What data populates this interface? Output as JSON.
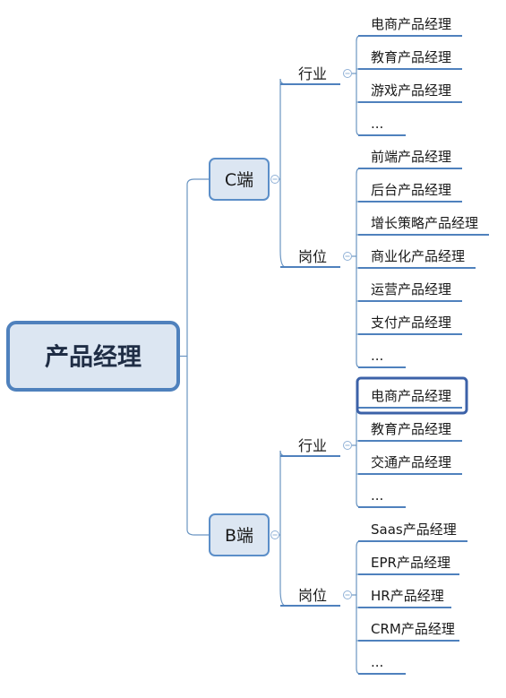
{
  "root": {
    "label": "产品经理"
  },
  "branches": [
    {
      "label": "C端",
      "groups": [
        {
          "label": "行业",
          "items": [
            "电商产品经理",
            "教育产品经理",
            "游戏产品经理",
            "..."
          ]
        },
        {
          "label": "岗位",
          "items": [
            "前端产品经理",
            "后台产品经理",
            "增长策略产品经理",
            "商业化产品经理",
            "运营产品经理",
            "支付产品经理",
            "..."
          ]
        }
      ]
    },
    {
      "label": "B端",
      "groups": [
        {
          "label": "行业",
          "items": [
            "电商产品经理",
            "教育产品经理",
            "交通产品经理",
            "..."
          ]
        },
        {
          "label": "岗位",
          "items": [
            "Saas产品经理",
            "EPR产品经理",
            "HR产品经理",
            "CRM产品经理",
            "..."
          ]
        }
      ]
    }
  ],
  "selected": {
    "branch": 1,
    "group": 0,
    "item": 0
  },
  "colors": {
    "line": "#6a95c2",
    "underline": "#4f81bd",
    "node_fill": "#dce6f2",
    "selected_border": "#3c62a8"
  }
}
